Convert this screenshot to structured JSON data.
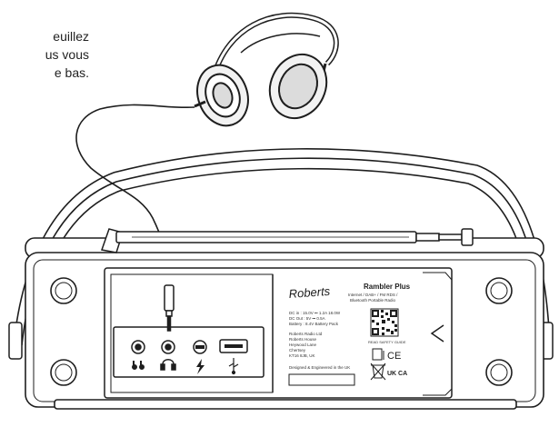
{
  "caption_lines": [
    "euillez",
    "us     vous",
    "e      bas."
  ],
  "label": {
    "brand": "Roberts",
    "model": "Rambler Plus",
    "subtitle_1": "Internet / DAB+ / FM RDS /",
    "subtitle_2": "Bluetooth Portable Radio",
    "spec_1": "DC in : 15.0V ⎓ 1.2A  18.0W",
    "spec_2": "DC Out : 5V ⎓ 0.5A",
    "spec_3": "Battery : 8.4V Battery Pack",
    "address_1": "Roberts Radio Ltd",
    "address_2": "Roberts House",
    "address_3": "Heywood Lane",
    "address_4": "Chertsey",
    "address_5": "KT16 8JB, UK",
    "designed": "Designed & Engineered in the UK",
    "safety": "READ SAFETY GUIDE",
    "ce": "CE",
    "ukca": "UK CA"
  },
  "colors": {
    "line": "#1e1e1e",
    "fill_light": "#f2f2f2",
    "fill_mid": "#dcdcdc"
  }
}
